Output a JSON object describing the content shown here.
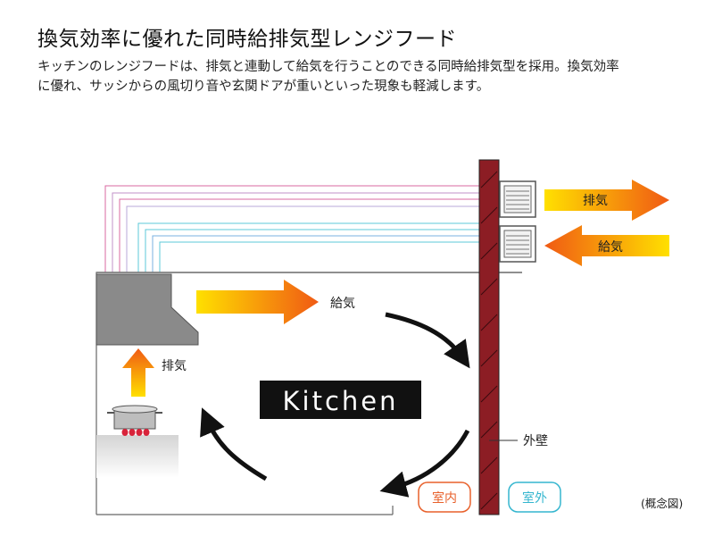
{
  "title": "換気効率に優れた同時給排気型レンジフード",
  "description": [
    "キッチンのレンジフードは、排気と連動して給気を行うことのできる同時給排気型を採用。換気効率",
    "に優れ、サッシからの風切り音や玄関ドアが重いといった現象も軽減します。"
  ],
  "diagram": {
    "kitchen_label": "Kitchen",
    "exhaust_label_outside": "排気",
    "supply_label_outside": "給気",
    "supply_label_inside": "給気",
    "exhaust_label_inside": "排気",
    "wall_label": "外壁",
    "indoor_badge": "室内",
    "outdoor_badge": "室外",
    "caption": "(概念図)",
    "colors": {
      "wall": "#8c1d24",
      "exhaust_duct": "#d86aa0",
      "supply_duct": "#5cc8d8",
      "indoor_badge": "#e8612c",
      "outdoor_badge": "#35b6cf",
      "arrow_start": "#ffe000",
      "arrow_end": "#f05a14"
    }
  }
}
